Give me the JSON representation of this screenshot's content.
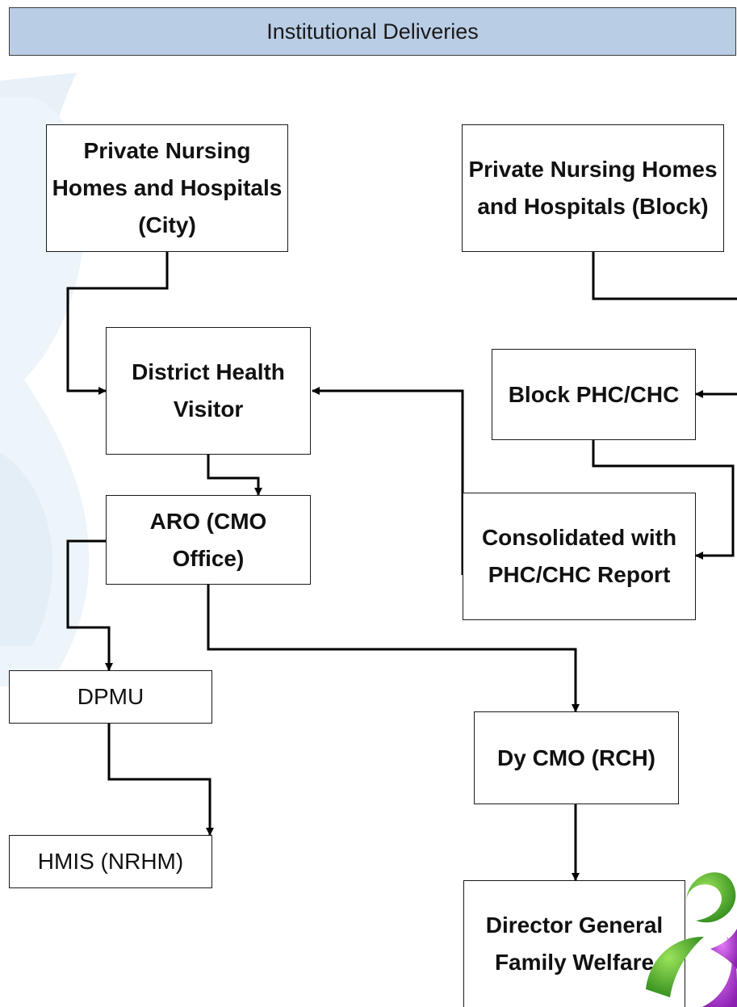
{
  "header": {
    "title": "Institutional Deliveries"
  },
  "nodes": {
    "private_city": "Private Nursing Homes and Hospitals (City)",
    "private_block": "Private Nursing Homes and Hospitals (Block)",
    "dhv": "District Health Visitor",
    "block_phc": "Block PHC/CHC",
    "aro": "ARO (CMO Office)",
    "consolidated": "Consolidated with PHC/CHC Report",
    "dpmu": "DPMU",
    "dy_cmo": "Dy CMO (RCH)",
    "hmis": "HMIS (NRHM)",
    "dg": "Director General Family Welfare"
  },
  "colors": {
    "header_fill": "#b9cde5",
    "watermark": "#e6f0f8",
    "logo_green": "#4caf2a",
    "logo_purple": "#b43ad6"
  },
  "icons": {
    "logo": "swirl-logo-icon",
    "watermark": "emblem-watermark"
  }
}
